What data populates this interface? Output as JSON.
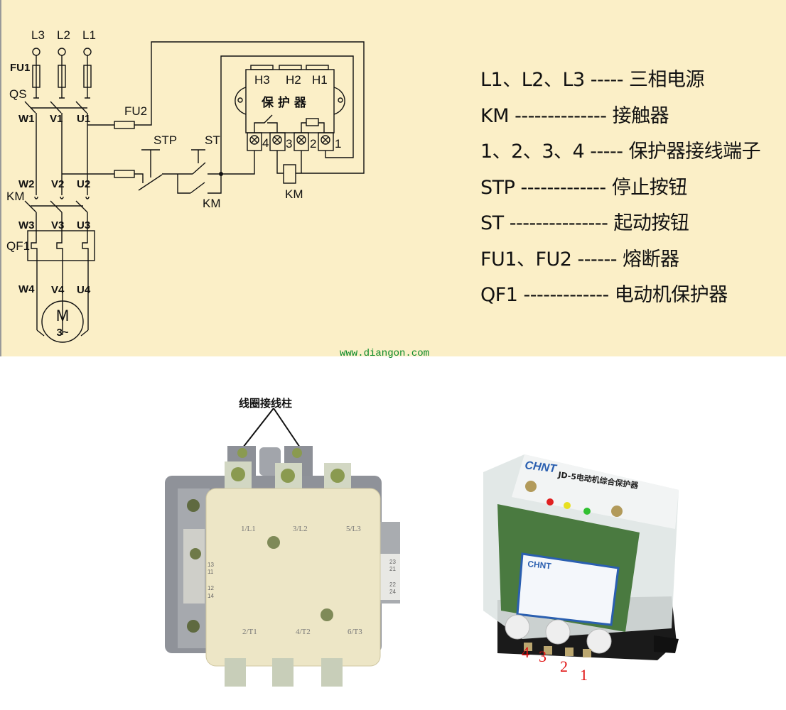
{
  "diagram": {
    "phases": [
      "L3",
      "L2",
      "L1"
    ],
    "fu1": "FU1",
    "qs": "QS",
    "row1": [
      "W1",
      "V1",
      "U1"
    ],
    "row2": [
      "W2",
      "V2",
      "U2"
    ],
    "row3": [
      "W3",
      "V3",
      "U3"
    ],
    "row4": [
      "W4",
      "V4",
      "U4"
    ],
    "km_main": "KM",
    "qf1": "QF1",
    "motor": "M",
    "motor_sub": "3~",
    "fu2": "FU2",
    "stp": "STP",
    "st": "ST",
    "km_hold": "KM",
    "km_coil": "KM",
    "protector": {
      "tabs": [
        "H3",
        "H2",
        "H1"
      ],
      "title": "保 护 器",
      "terminals": [
        "4",
        "3",
        "2",
        "1"
      ]
    }
  },
  "legend": [
    "L1、L2、L3 ----- 三相电源",
    "KM -------------- 接触器",
    "1、2、3、4 ----- 保护器接线端子",
    "STP ------------- 停止按钮",
    "ST --------------- 起动按钮",
    "FU1、FU2 ------ 熔断器",
    "QF1 ------------- 电动机保护器"
  ],
  "watermark": "www.diangon.com",
  "contactor_photo": {
    "caption": "线圈接线柱",
    "top_labels": [
      "1/L1",
      "3/L2",
      "5/L3"
    ],
    "bottom_labels": [
      "2/T1",
      "4/T2",
      "6/T3"
    ],
    "left_aux": [
      "13",
      "11",
      "12",
      "14"
    ],
    "right_aux": [
      "23",
      "21",
      "22",
      "24"
    ]
  },
  "protector_photo": {
    "brand": "CHNT",
    "model": "JD-5电动机综合保护器",
    "label_brand": "CHNT",
    "terminal_numbers": [
      "4",
      "3",
      "2",
      "1"
    ],
    "colors": {
      "led_red": "#e02020",
      "led_yellow": "#e8e020",
      "led_green": "#30c030",
      "numbers": "#e01010"
    }
  }
}
